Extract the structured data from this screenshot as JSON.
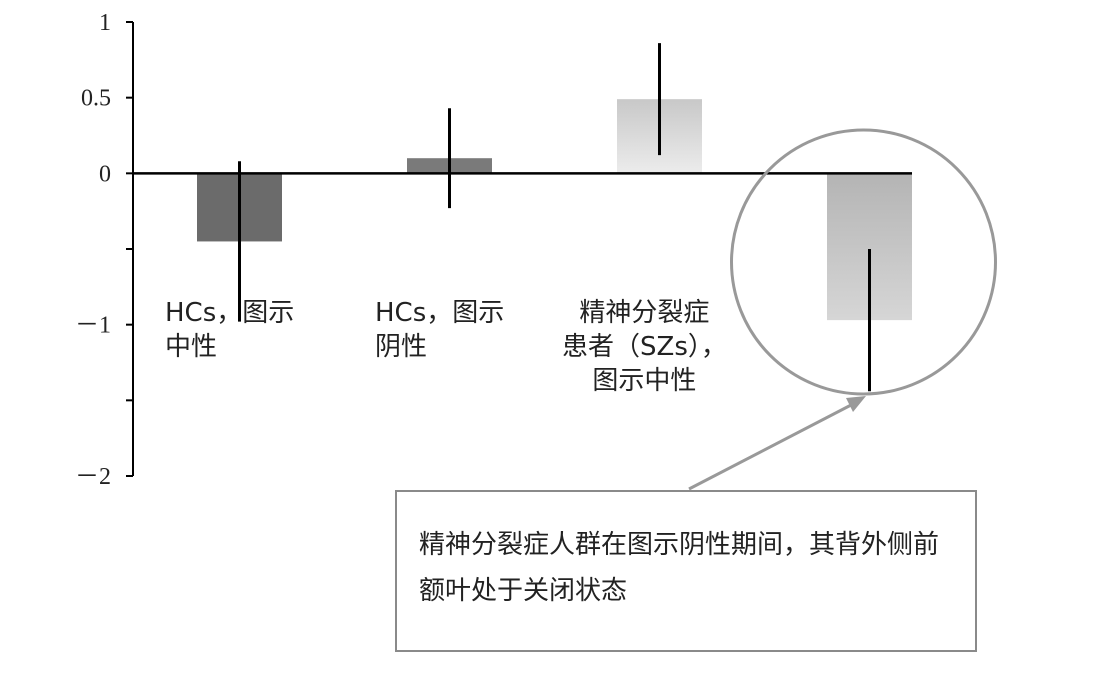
{
  "chart_data": {
    "type": "bar",
    "categories": [
      "HCs，图示\n中性",
      "HCs，图示\n阴性",
      "精神分裂症\n患者（SZs），\n图示中性",
      ""
    ],
    "values": [
      -0.45,
      0.1,
      0.49,
      -0.97
    ],
    "errors": [
      0.53,
      0.33,
      0.37,
      0.47
    ],
    "bar_colors": [
      "#6b6b6b",
      "#7a7a7a",
      "#d9d9d9",
      "#c4c4c4"
    ],
    "ylim": [
      -2,
      1
    ],
    "yticks": [
      1,
      0.5,
      0,
      -1,
      -2
    ],
    "ytick_labels": [
      "1",
      "0.5",
      "0",
      "－1",
      "－2"
    ],
    "title": "",
    "xlabel": "",
    "ylabel": "",
    "grid": false
  },
  "annotation": {
    "text": "精神分裂症人群在图示阴性期间，其背外侧前额叶处于关闭状态",
    "highlight_category_index": 3
  }
}
